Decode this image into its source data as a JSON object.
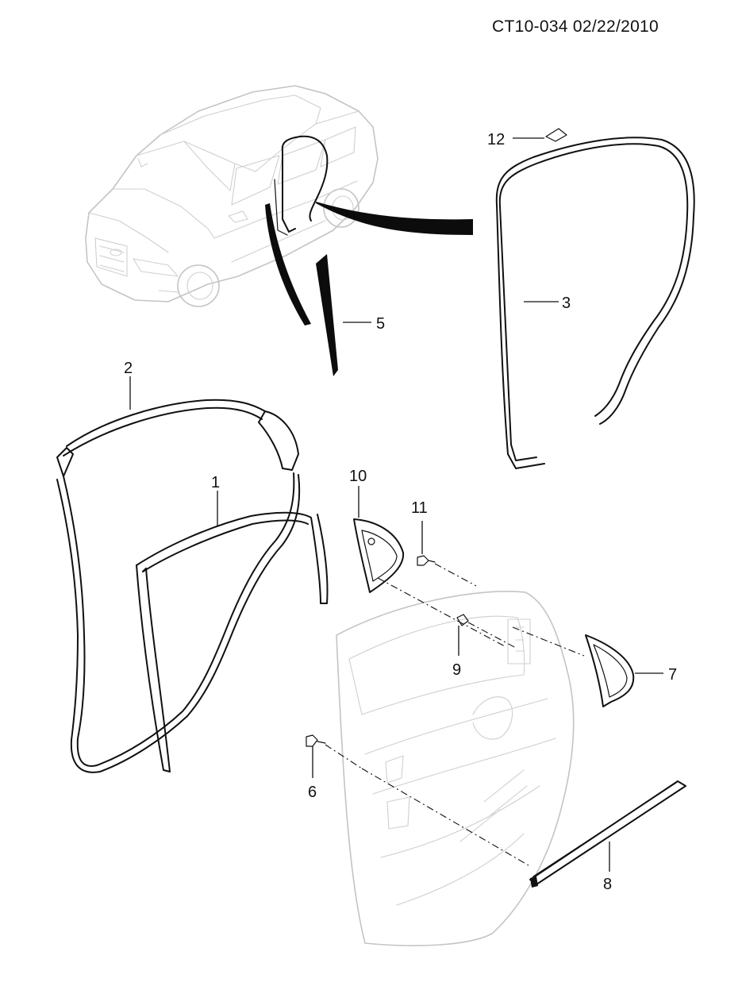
{
  "header": {
    "doc_id": "CT10-034  02/22/2010"
  },
  "callouts": [
    {
      "id": "1",
      "label": "1"
    },
    {
      "id": "2",
      "label": "2"
    },
    {
      "id": "3",
      "label": "3"
    },
    {
      "id": "5",
      "label": "5"
    },
    {
      "id": "6",
      "label": "6"
    },
    {
      "id": "7",
      "label": "7"
    },
    {
      "id": "8",
      "label": "8"
    },
    {
      "id": "9",
      "label": "9"
    },
    {
      "id": "10",
      "label": "10"
    },
    {
      "id": "11",
      "label": "11"
    },
    {
      "id": "12",
      "label": "12"
    }
  ]
}
